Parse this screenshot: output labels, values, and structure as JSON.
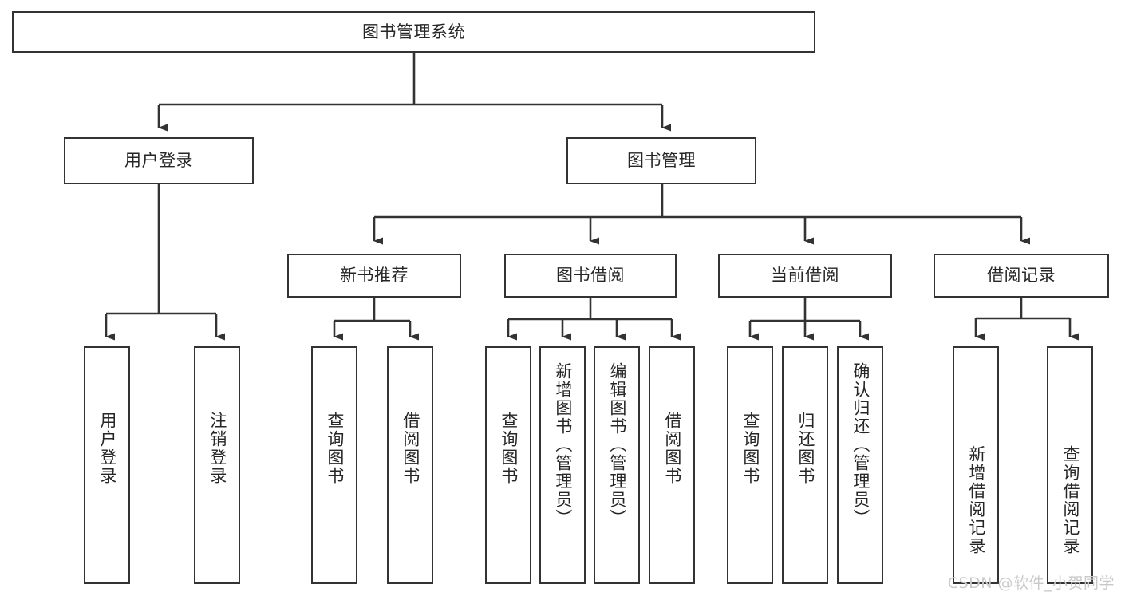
{
  "diagram": {
    "type": "hierarchy-tree",
    "title": "图书管理系统",
    "watermark": "CSDN @软件_小贺同学",
    "colors": {
      "background": "#ffffff",
      "node_border": "#333333",
      "node_fill": "#ffffff",
      "text": "#262626",
      "connector": "#333333",
      "watermark": "#c9c9c9"
    },
    "root": {
      "label": "图书管理系统"
    },
    "level1": [
      {
        "label": "用户登录"
      },
      {
        "label": "图书管理"
      }
    ],
    "level2": [
      {
        "label": "新书推荐"
      },
      {
        "label": "图书借阅"
      },
      {
        "label": "当前借阅"
      },
      {
        "label": "借阅记录"
      }
    ],
    "leaves": {
      "user_login": [
        {
          "label": "用户登录"
        },
        {
          "label": "注销登录"
        }
      ],
      "new_book_recommend": [
        {
          "label": "查询图书"
        },
        {
          "label": "借阅图书"
        }
      ],
      "book_borrow": [
        {
          "label": "查询图书"
        },
        {
          "label": "新增图书（管理员）"
        },
        {
          "label": "编辑图书（管理员）"
        },
        {
          "label": "借阅图书"
        }
      ],
      "current_borrow": [
        {
          "label": "查询图书"
        },
        {
          "label": "归还图书"
        },
        {
          "label": "确认归还（管理员）"
        }
      ],
      "borrow_record": [
        {
          "label": "新增借阅记录"
        },
        {
          "label": "查询借阅记录"
        }
      ]
    }
  }
}
